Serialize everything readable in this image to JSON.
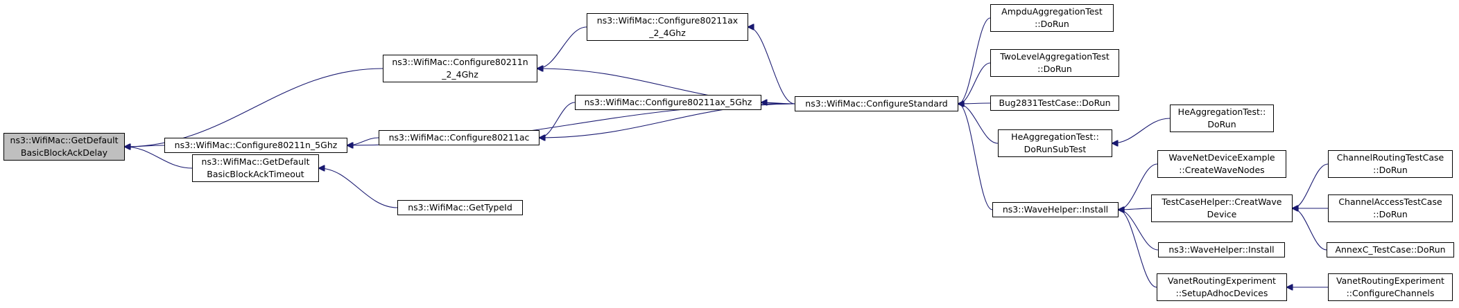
{
  "graph": {
    "edge_color": "#191970",
    "nodes": {
      "n0": {
        "lines": [
          "ns3::WifiMac::GetDefault",
          "BasicBlockAckDelay"
        ]
      },
      "n1": {
        "lines": [
          "ns3::WifiMac::Configure80211n",
          "_2_4Ghz"
        ]
      },
      "n2": {
        "lines": [
          "ns3::WifiMac::Configure80211n_5Ghz"
        ]
      },
      "n3": {
        "lines": [
          "ns3::WifiMac::GetDefault",
          "BasicBlockAckTimeout"
        ]
      },
      "n4": {
        "lines": [
          "ns3::WifiMac::Configure80211ax",
          "_2_4Ghz"
        ]
      },
      "n5": {
        "lines": [
          "ns3::WifiMac::Configure80211ax_5Ghz"
        ]
      },
      "n6": {
        "lines": [
          "ns3::WifiMac::Configure80211ac"
        ]
      },
      "n7": {
        "lines": [
          "ns3::WifiMac::GetTypeId"
        ]
      },
      "n8": {
        "lines": [
          "ns3::WifiMac::ConfigureStandard"
        ]
      },
      "n9": {
        "lines": [
          "AmpduAggregationTest",
          "::DoRun"
        ]
      },
      "n10": {
        "lines": [
          "TwoLevelAggregationTest",
          "::DoRun"
        ]
      },
      "n11": {
        "lines": [
          "Bug2831TestCase::DoRun"
        ]
      },
      "n12": {
        "lines": [
          "HeAggregationTest::",
          "DoRunSubTest"
        ]
      },
      "n13": {
        "lines": [
          "ns3::WaveHelper::Install"
        ]
      },
      "n14": {
        "lines": [
          "HeAggregationTest::",
          "DoRun"
        ]
      },
      "n15": {
        "lines": [
          "WaveNetDeviceExample",
          "::CreateWaveNodes"
        ]
      },
      "n16": {
        "lines": [
          "TestCaseHelper::CreatWave",
          "Device"
        ]
      },
      "n17": {
        "lines": [
          "ns3::WaveHelper::Install"
        ]
      },
      "n18": {
        "lines": [
          "VanetRoutingExperiment",
          "::SetupAdhocDevices"
        ]
      },
      "n19": {
        "lines": [
          "ChannelRoutingTestCase",
          "::DoRun"
        ]
      },
      "n20": {
        "lines": [
          "ChannelAccessTestCase",
          "::DoRun"
        ]
      },
      "n21": {
        "lines": [
          "AnnexC_TestCase::DoRun"
        ]
      },
      "n22": {
        "lines": [
          "VanetRoutingExperiment",
          "::ConfigureChannels"
        ]
      }
    },
    "edges": [
      [
        "n1",
        "n0"
      ],
      [
        "n2",
        "n0"
      ],
      [
        "n3",
        "n0"
      ],
      [
        "n4",
        "n1"
      ],
      [
        "n8",
        "n1"
      ],
      [
        "n6",
        "n2"
      ],
      [
        "n8",
        "n2"
      ],
      [
        "n7",
        "n3"
      ],
      [
        "n8",
        "n4"
      ],
      [
        "n8",
        "n5"
      ],
      [
        "n5",
        "n6"
      ],
      [
        "n8",
        "n6"
      ],
      [
        "n9",
        "n8"
      ],
      [
        "n10",
        "n8"
      ],
      [
        "n11",
        "n8"
      ],
      [
        "n12",
        "n8"
      ],
      [
        "n13",
        "n8"
      ],
      [
        "n14",
        "n12"
      ],
      [
        "n15",
        "n13"
      ],
      [
        "n16",
        "n13"
      ],
      [
        "n17",
        "n13"
      ],
      [
        "n18",
        "n13"
      ],
      [
        "n19",
        "n16"
      ],
      [
        "n20",
        "n16"
      ],
      [
        "n21",
        "n16"
      ],
      [
        "n22",
        "n18"
      ]
    ]
  }
}
